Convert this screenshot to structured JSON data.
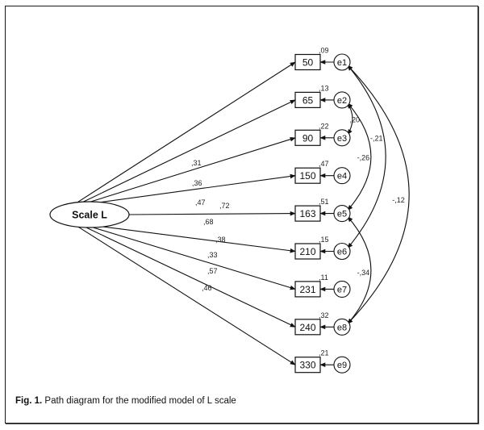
{
  "figure": {
    "caption_prefix": "Fig. 1.",
    "caption_text": " Path diagram for the modified model of L scale"
  },
  "latent": {
    "label": "Scale L"
  },
  "indicators": [
    {
      "item": "50",
      "error": "e1",
      "loading": ",31",
      "r2": ",09"
    },
    {
      "item": "65",
      "error": "e2",
      "loading": ",36",
      "r2": ",13"
    },
    {
      "item": "90",
      "error": "e3",
      "loading": ",47",
      "r2": ",22"
    },
    {
      "item": "150",
      "error": "e4",
      "loading": ",68",
      "r2": ",47"
    },
    {
      "item": "163",
      "error": "e5",
      "loading": ",72",
      "r2": ",51"
    },
    {
      "item": "210",
      "error": "e6",
      "loading": ",38",
      "r2": ",15"
    },
    {
      "item": "231",
      "error": "e7",
      "loading": ",33",
      "r2": ",11"
    },
    {
      "item": "240",
      "error": "e8",
      "loading": ",57",
      "r2": ",32"
    },
    {
      "item": "330",
      "error": "e9",
      "loading": ",46",
      "r2": ",21"
    }
  ],
  "covariances": [
    {
      "from": "e2",
      "to": "e3",
      "value": ",20"
    },
    {
      "from": "e2",
      "to": "e5",
      "value": "-,26"
    },
    {
      "from": "e1",
      "to": "e6",
      "value": "-,21"
    },
    {
      "from": "e5",
      "to": "e8",
      "value": "-,34"
    },
    {
      "from": "e1",
      "to": "e8",
      "value": "-,12"
    }
  ]
}
